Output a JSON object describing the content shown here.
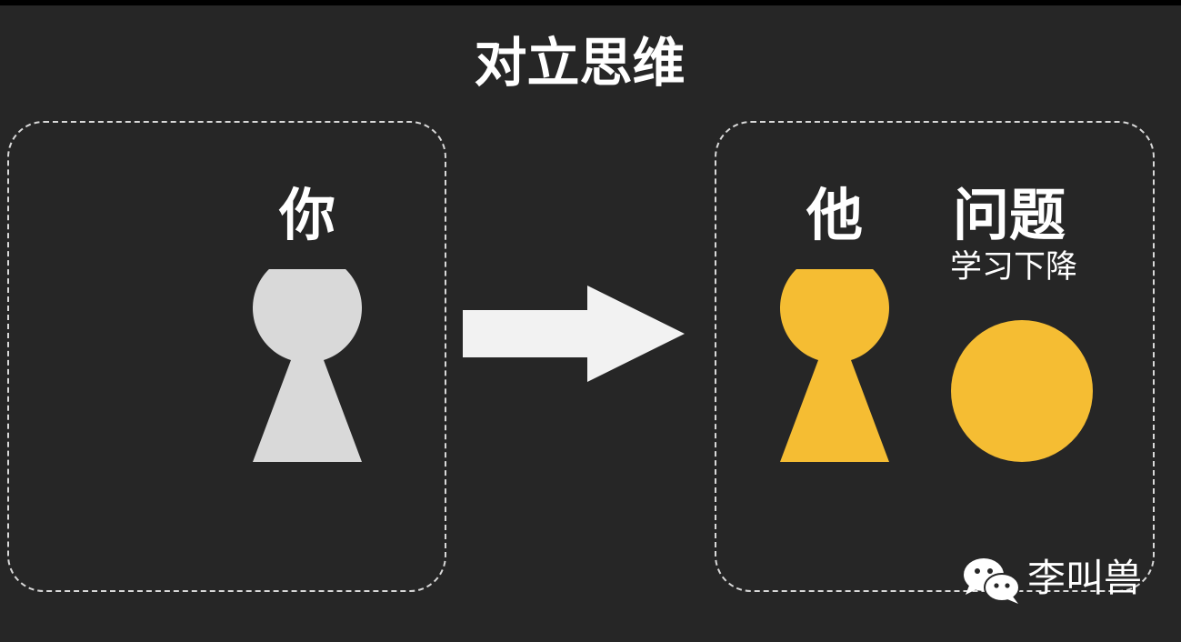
{
  "slide": {
    "title": "对立思维"
  },
  "left_panel": {
    "person_label": "你"
  },
  "right_panel": {
    "person_label": "他",
    "problem_label": "问题",
    "problem_subtitle": "学习下降"
  },
  "watermark": {
    "text": "李叫兽",
    "icon": "wechat-icon"
  },
  "colors": {
    "background": "#262626",
    "you_figure": "#d9d9d9",
    "him_figure": "#f5bd33",
    "problem_circle": "#f5bd33",
    "arrow": "#f2f2f2",
    "panel_border": "#d9d9d9"
  }
}
